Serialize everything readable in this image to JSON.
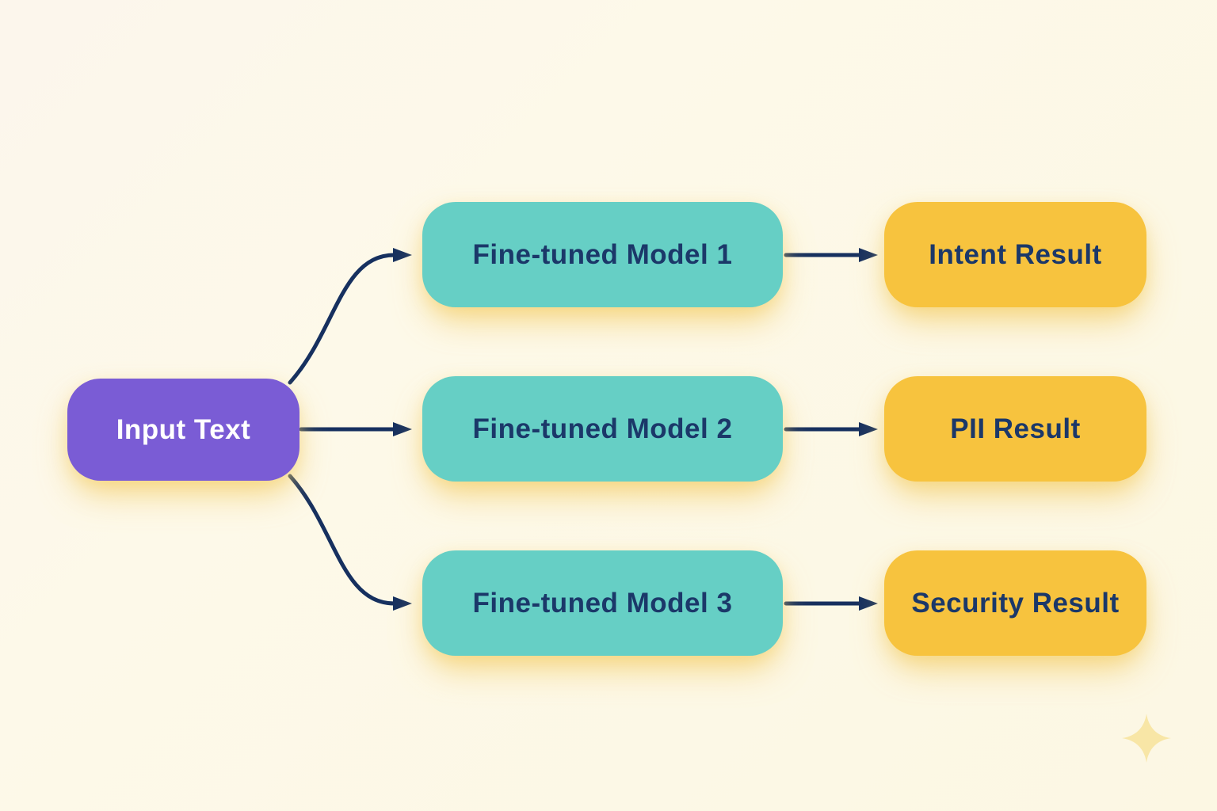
{
  "diagram": {
    "description": "Flow diagram: one input node fans out to three fine-tuned models, each producing a result",
    "input": {
      "label": "Input Text"
    },
    "models": [
      {
        "label": "Fine-tuned Model 1"
      },
      {
        "label": "Fine-tuned Model 2"
      },
      {
        "label": "Fine-tuned Model 3"
      }
    ],
    "results": [
      {
        "label": "Intent Result"
      },
      {
        "label": "PII Result"
      },
      {
        "label": "Security Result"
      }
    ],
    "connections": [
      {
        "from": "Input Text",
        "to": "Fine-tuned Model 1"
      },
      {
        "from": "Input Text",
        "to": "Fine-tuned Model 2"
      },
      {
        "from": "Input Text",
        "to": "Fine-tuned Model 3"
      },
      {
        "from": "Fine-tuned Model 1",
        "to": "Intent Result"
      },
      {
        "from": "Fine-tuned Model 2",
        "to": "PII Result"
      },
      {
        "from": "Fine-tuned Model 3",
        "to": "Security Result"
      }
    ],
    "icons": {
      "sparkle": "sparkle-icon"
    },
    "colors": {
      "background": "#FDF8E7",
      "input_fill": "#7A5CD5",
      "model_fill": "#66CFC5",
      "result_fill": "#F7C33E",
      "text_dark": "#1B3869",
      "text_light": "#FFFFFF",
      "arrow": "#16305F",
      "glow": "#F3CB60",
      "sparkle": "#F8E6A6"
    }
  }
}
